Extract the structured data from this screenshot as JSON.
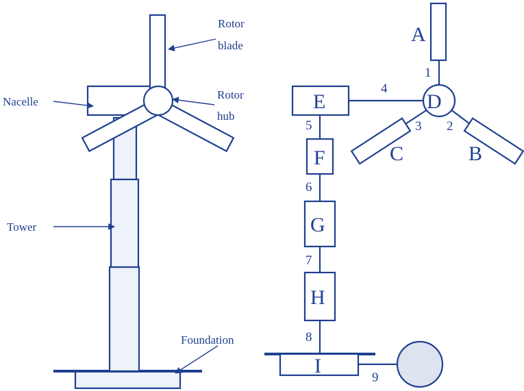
{
  "colors": {
    "line": "#1f3f8f",
    "fill": "#eef2fa",
    "generator_fill": "#dde3ef"
  },
  "turbine": {
    "labels": {
      "rotor_blade": [
        "Rotor",
        "blade"
      ],
      "nacelle": "Nacelle",
      "rotor_hub": [
        "Rotor",
        "hub"
      ],
      "tower": "Tower",
      "foundation": "Foundation"
    }
  },
  "model": {
    "nodes": {
      "A": "A",
      "B": "B",
      "C": "C",
      "D": "D",
      "E": "E",
      "F": "F",
      "G": "G",
      "H": "H",
      "I": "I"
    },
    "edges": {
      "e1": "1",
      "e2": "2",
      "e3": "3",
      "e4": "4",
      "e5": "5",
      "e6": "6",
      "e7": "7",
      "e8": "8",
      "e9": "9"
    }
  }
}
